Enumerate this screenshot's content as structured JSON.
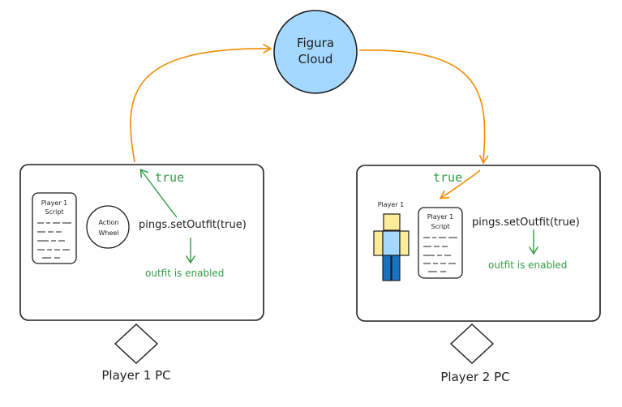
{
  "cloud": {
    "line1": "Figura",
    "line2": "Cloud",
    "fill": "#a5d8ff",
    "stroke": "#1e1e1e"
  },
  "arrow_color": "#f08c00",
  "green": "#2f9e44",
  "pc1": {
    "label": "Player 1 PC",
    "script_title_1": "Player 1",
    "script_title_2": "Script",
    "action_wheel_1": "Action",
    "action_wheel_2": "Wheel",
    "code": "pings.setOutfit(true)",
    "ping_value": "true",
    "result": "outfit is enabled"
  },
  "pc2": {
    "label": "Player 2 PC",
    "player_label": "Player 1",
    "script_title_1": "Player 1",
    "script_title_2": "Script",
    "code": "pings.setOutfit(true)",
    "ping_value": "true",
    "result": "outfit is enabled"
  },
  "player_colors": {
    "head": "#ffec99",
    "body": "#a5d8ff",
    "legs": "#1971c2",
    "arms": "#ffec99"
  }
}
